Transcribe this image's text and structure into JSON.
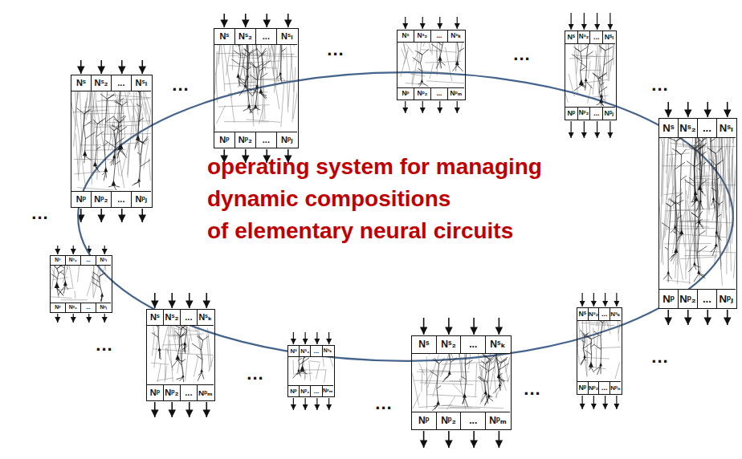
{
  "diagram": {
    "nodes": [
      {
        "text": [
          "operating system for managing dynamic compositions of elementary neural circuits"
        ]
      },
      {
        "text": [
          "Nˢ",
          "Nˢ₂",
          "...",
          "Nˢₗ",
          "Nᵖ",
          "Nᵖ₂",
          "...",
          "Nᵖⱼ"
        ]
      },
      {
        "text": [
          "Nˢ",
          "Nˢ₂",
          "...",
          "Nˢₗ",
          "Nᵖ",
          "Nᵖ₂",
          "...",
          "Nᵖⱼ"
        ]
      },
      {
        "text": [
          "Nˢ",
          "Nˢ₂",
          "...",
          "Nˢₖ",
          "Nᵖ",
          "Nᵖ₂",
          "...",
          "Nᵖₘ"
        ]
      },
      {
        "text": [
          "Nˢ",
          "Nˢ₂",
          "...",
          "Nˢₗ",
          "Nᵖ",
          "Nᵖ₂",
          "...",
          "Nᵖⱼ"
        ]
      },
      {
        "text": [
          "Nˢ",
          "Nˢ₂",
          "...",
          "Nˢₗ",
          "Nᵖ",
          "Nᵖ₂",
          "...",
          "Nᵖⱼ"
        ]
      },
      {
        "text": [
          "Nˢ",
          "Nˢ₂",
          "...",
          "Nˢₗ",
          "Nᵖ",
          "Nᵖ₂",
          "...",
          "Nᵖⱼ"
        ]
      },
      {
        "text": [
          "Nˢ",
          "Nˢ₂",
          "...",
          "Nˢₖ",
          "Nᵖ",
          "Nᵖ₂",
          "...",
          "Nᵖₘ"
        ]
      },
      {
        "text": [
          "Nˢ",
          "Nˢ₂",
          "...",
          "Nˢₖ",
          "Nᵖ",
          "Nᵖ₂",
          "...",
          "Nᵖₘ"
        ]
      },
      {
        "text": [
          "Nˢ",
          "Nˢ₂",
          "...",
          "Nˢₖ",
          "Nᵖ",
          "Nᵖ₂",
          "...",
          "Nᵖₘ"
        ]
      },
      {
        "text": [
          "Nˢ",
          "Nˢ₂",
          "...",
          "Nˢₖ",
          "Nᵖ",
          "Nᵖ₂",
          "...",
          "Nᵖₙ"
        ]
      }
    ],
    "labels": [
      "...",
      "...",
      "...",
      "...",
      "...",
      "...",
      "...",
      "...",
      "...",
      "..."
    ]
  }
}
